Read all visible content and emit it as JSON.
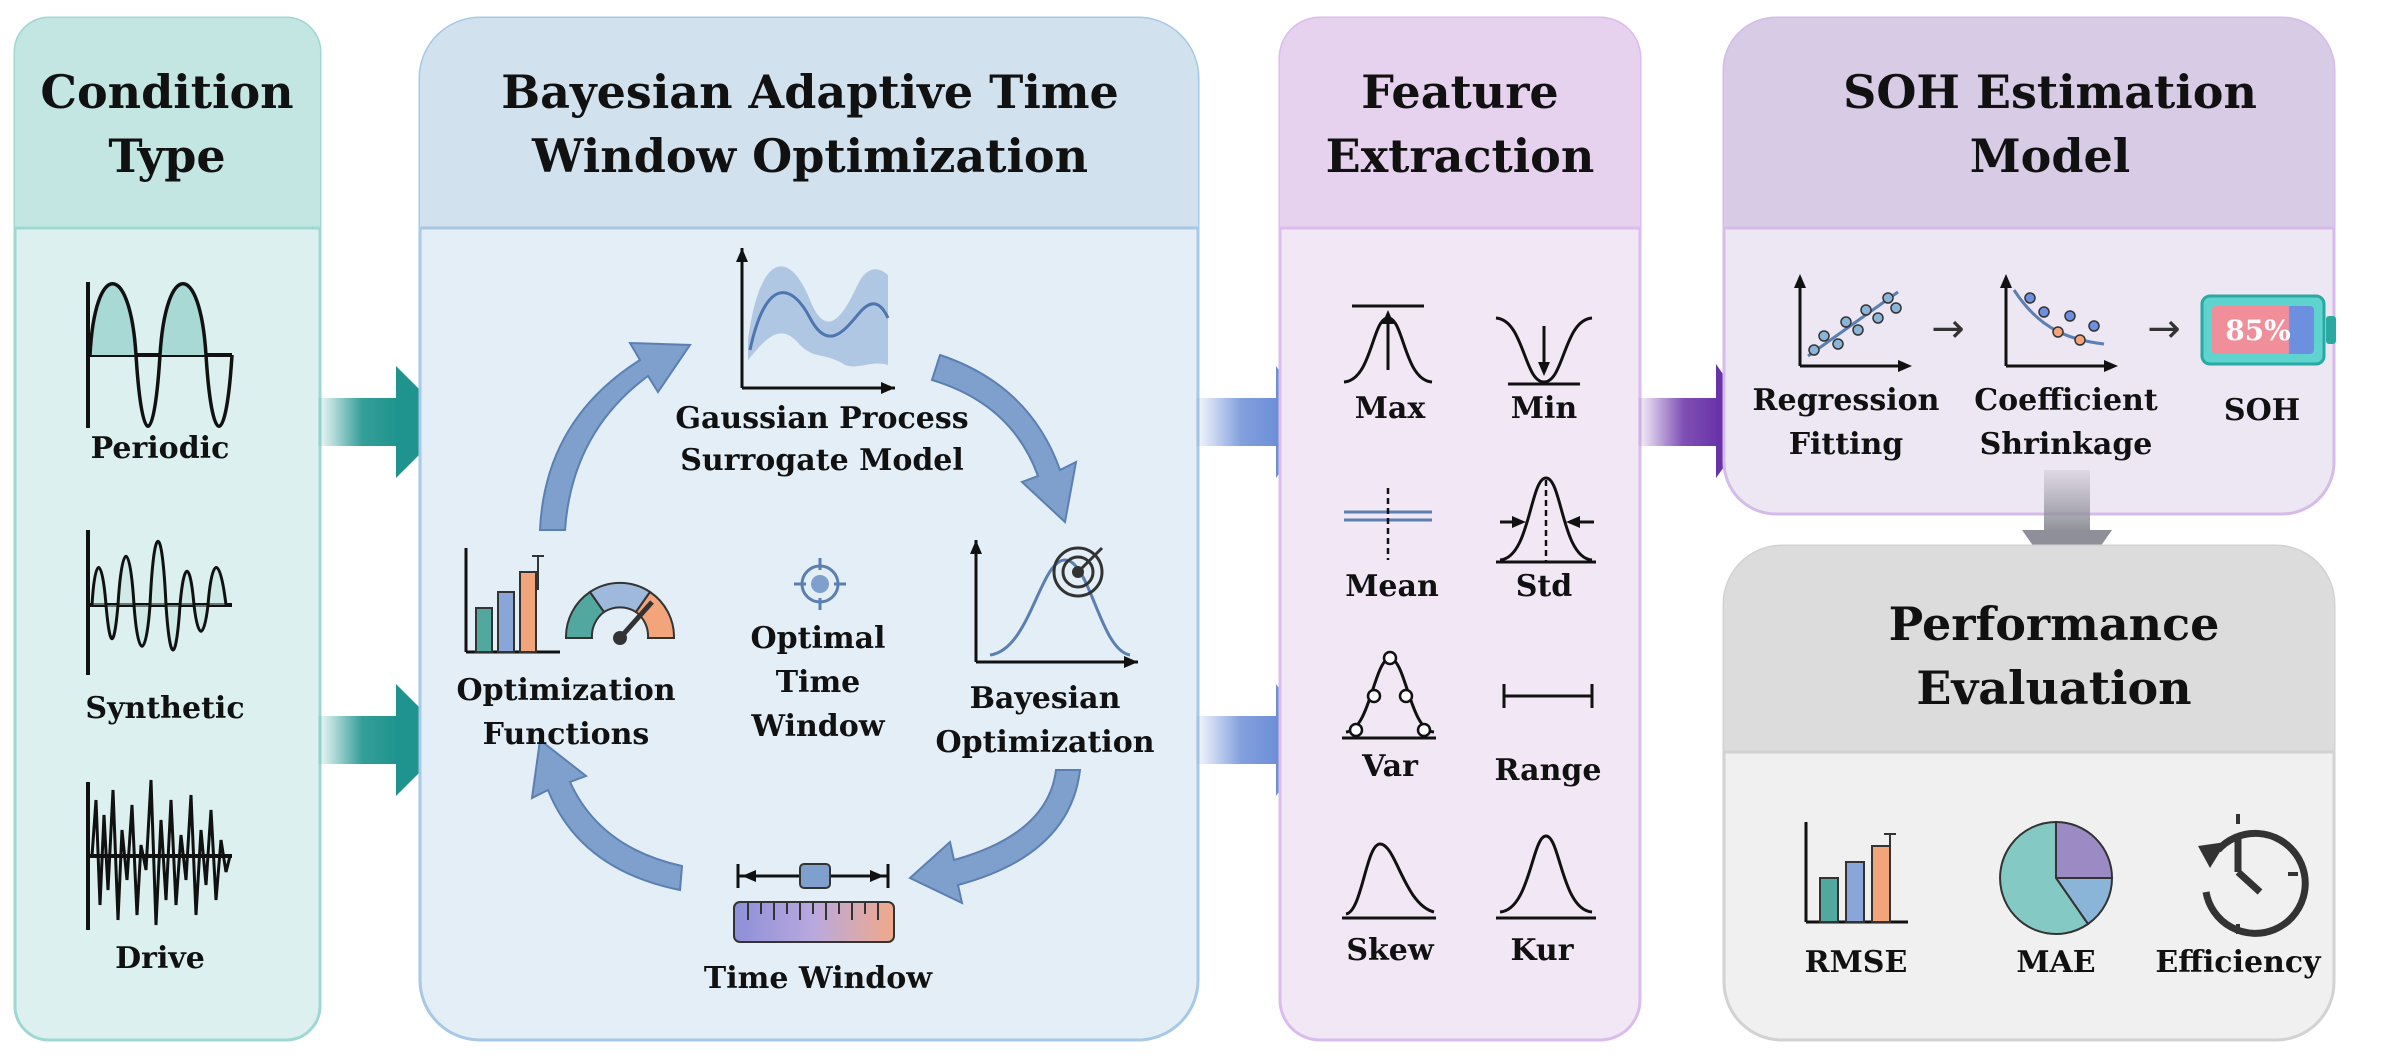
{
  "panels": {
    "condition": {
      "title_1": "Condition",
      "title_2": "Type",
      "items": [
        "Periodic",
        "Synthetic",
        "Drive"
      ]
    },
    "bayesian": {
      "title_1": "Bayesian Adaptive Time",
      "title_2": "Window Optimization",
      "gp_1": "Gaussian Process",
      "gp_2": "Surrogate Model",
      "bo_1": "Bayesian",
      "bo_2": "Optimization",
      "tw": "Time Window",
      "of_1": "Optimization",
      "of_2": "Functions",
      "center_1": "Optimal",
      "center_2": "Time",
      "center_3": "Window"
    },
    "feature": {
      "title_1": "Feature",
      "title_2": "Extraction",
      "items": [
        "Max",
        "Min",
        "Mean",
        "Std",
        "Var",
        "Range",
        "Skew",
        "Kur"
      ]
    },
    "soh": {
      "title_1": "SOH Estimation",
      "title_2": "Model",
      "reg_1": "Regression",
      "reg_2": "Fitting",
      "coef_1": "Coefficient",
      "coef_2": "Shrinkage",
      "soh": "SOH",
      "battery": "85%"
    },
    "performance": {
      "title_1": "Performance",
      "title_2": "Evaluation",
      "items": [
        "RMSE",
        "MAE",
        "Efficiency"
      ]
    }
  },
  "colors": {
    "condition_bg": "#dcf0ef",
    "condition_header": "#c3e6e3",
    "condition_border": "#9fd8d3",
    "bayesian_bg": "#e4eef6",
    "bayesian_header": "#d1e1ee",
    "bayesian_border": "#a7c8e6",
    "feature_bg": "#f2e8f5",
    "feature_header": "#e6d2ee",
    "feature_border": "#dbbcec",
    "soh_bg": "#ede6f3",
    "soh_header": "#d7cbe6",
    "soh_border": "#d5bbe8",
    "perf_bg": "#f0f0f0",
    "perf_header": "#dcdcdc",
    "teal_arrow": "#1f948e",
    "blue_arrow": "#6d8fd8",
    "purple_arrow": "#6a32a8",
    "gray_arrow": "#8f8f99",
    "cycle_arrow": "#7fa0cd"
  }
}
